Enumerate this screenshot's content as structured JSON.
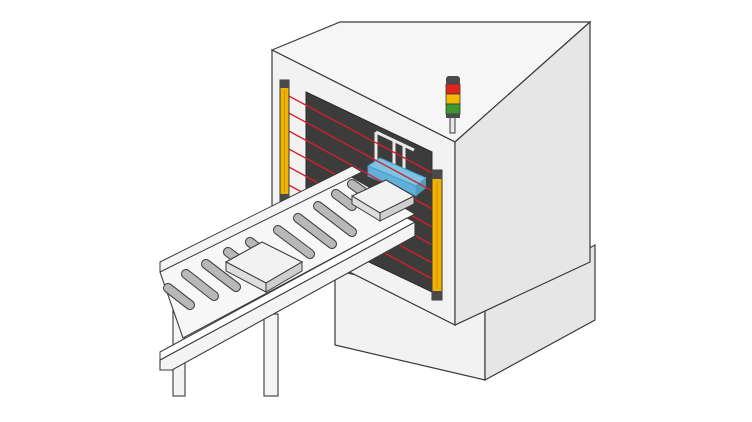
{
  "colors": {
    "background": "#ffffff",
    "machine_face": "#f2f2f2",
    "machine_side": "#e6e6e6",
    "outline": "#3a3a3a",
    "opening_dark": "#3c3c3c",
    "beam": "#d81e2a",
    "light_curtain": "#f2b300",
    "light_curtain_cap": "#4a4a4a",
    "gripper_blue": "#7cc4e6",
    "roller": "#b8b8b8",
    "conveyor_frame": "#f4f4f4",
    "package": "#eeeeee",
    "signal_red": "#e0261c",
    "signal_yellow": "#f3b800",
    "signal_green": "#3a9a2e"
  },
  "icons": {
    "signal_tower": "stack-light-icon",
    "light_curtain": "safety-light-curtain-icon",
    "gripper": "robot-gripper-icon",
    "package": "package-box-icon"
  },
  "signal_tower_lights": [
    "red",
    "yellow",
    "green"
  ],
  "beam_count": 7,
  "roller_count": 12,
  "package_count": 2
}
